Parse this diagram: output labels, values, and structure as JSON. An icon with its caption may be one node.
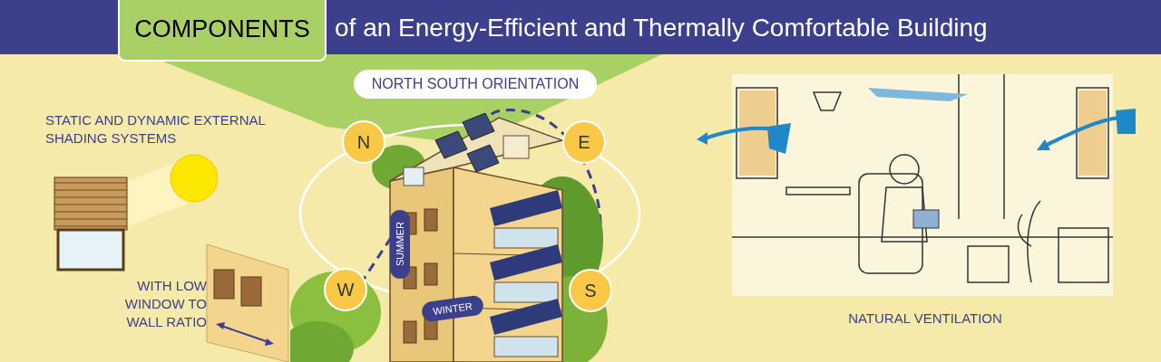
{
  "diagram": {
    "title": "of an Energy-Efficient and Thermally Comfortable Building",
    "nodes": [
      {
        "text": [
          "COMPONENTS"
        ]
      },
      {
        "text": [
          "NORTH SOUTH ORIENTATION"
        ]
      },
      {
        "text": [
          "N"
        ]
      },
      {
        "text": [
          "E"
        ]
      },
      {
        "text": [
          "W"
        ]
      },
      {
        "text": [
          "S"
        ]
      },
      {
        "text": [
          "SUMMER"
        ]
      },
      {
        "text": [
          "WINTER"
        ]
      }
    ],
    "labels": [
      "STATIC AND DYNAMIC EXTERNAL SHADING SYSTEMS",
      "WITH LOW WINDOW TO WALL RATIO",
      "NATURAL VENTILATION"
    ]
  }
}
